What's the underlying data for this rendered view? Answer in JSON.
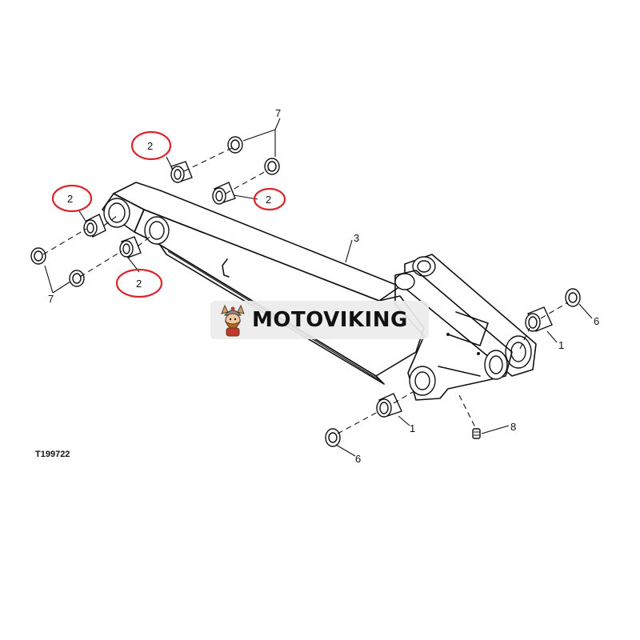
{
  "figure_id": "T199722",
  "watermark": {
    "brand": "MOTOVIKING",
    "logo_icon": "viking-mascot-icon"
  },
  "highlight_color": "#d9262e",
  "callouts": {
    "c1a": "1",
    "c1b": "1",
    "c2a": "2",
    "c2b": "2",
    "c2c": "2",
    "c2d": "2",
    "c3": "3",
    "c6a": "6",
    "c6b": "6",
    "c7a": "7",
    "c7b": "7",
    "c8": "8"
  }
}
